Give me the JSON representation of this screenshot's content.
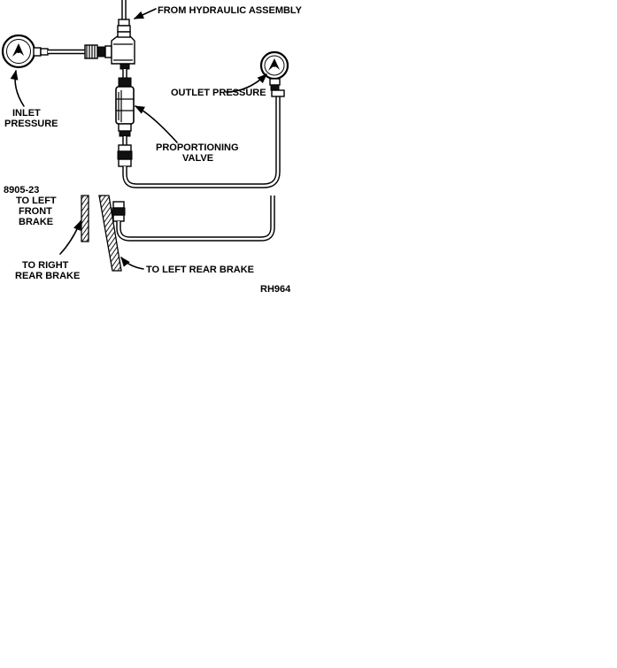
{
  "labels": {
    "from_hydraulic": "FROM HYDRAULIC ASSEMBLY",
    "outlet_pressure": "OUTLET PRESSURE",
    "inlet_line1": "INLET",
    "inlet_line2": "PRESSURE",
    "proportioning_line1": "PROPORTIONING",
    "proportioning_line2": "VALVE",
    "figure_number": "8905-23",
    "left_front_line1": "TO LEFT",
    "left_front_line2": "FRONT",
    "left_front_line3": "BRAKE",
    "right_rear_line1": "TO RIGHT",
    "right_rear_line2": "REAR BRAKE",
    "left_rear": "TO LEFT REAR BRAKE",
    "ref_code": "RH964"
  }
}
